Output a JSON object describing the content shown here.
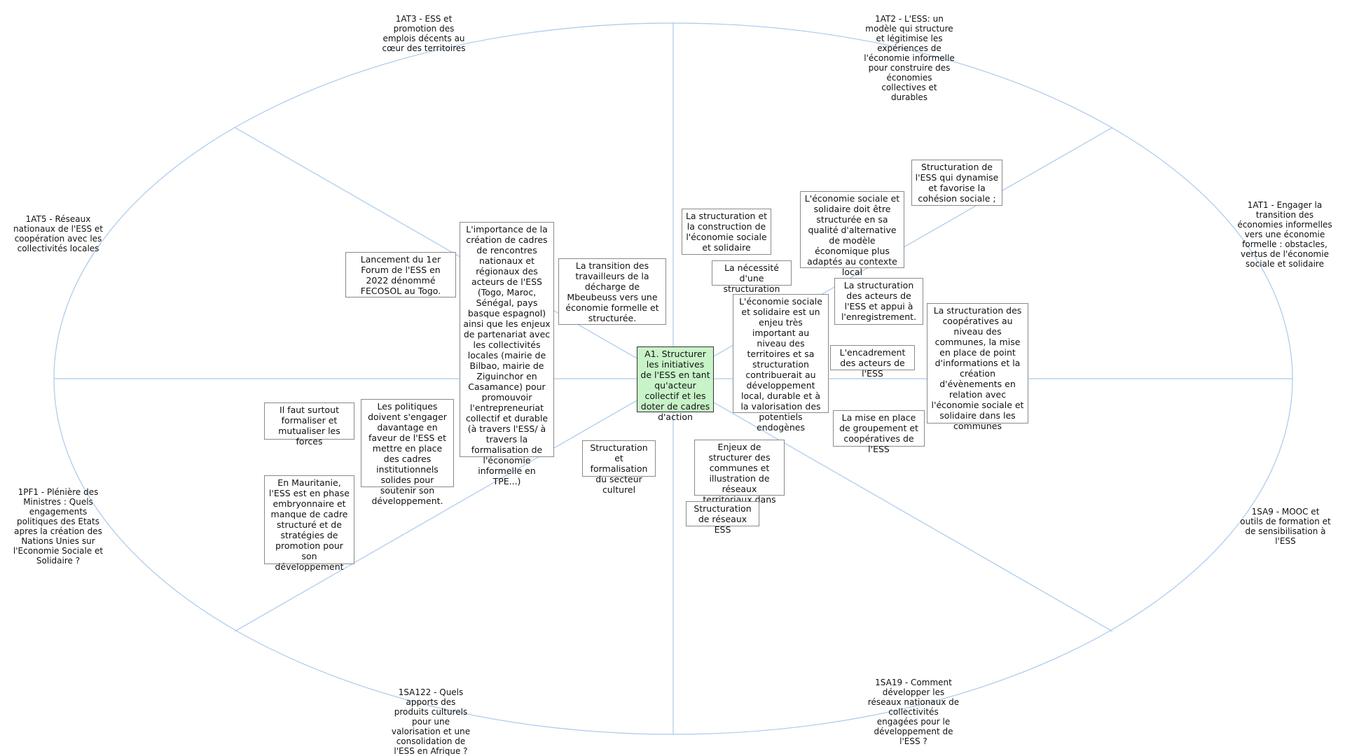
{
  "center": {
    "label": "A1. Structurer les initiatives de l'ESS en tant qu'acteur collectif et les doter de cadres d'action",
    "fill": "#c8f3c8"
  },
  "line_color": "#a9c9ec",
  "outer_labels": {
    "at3": "1AT3 - ESS et promotion des emplois décents au cœur des territoires",
    "at2": "1AT2 - L'ESS: un modèle qui structure et légitimise les expériences de l'économie informelle pour construire des économies collectives et durables",
    "at1": "1AT1 - Engager la transition des économies informelles vers une économie formelle : obstacles, vertus de l'économie sociale et solidaire",
    "at5": "1AT5 - Réseaux nationaux de l'ESS et coopération avec les collectivités locales",
    "pf1": "1PF1 - Plénière des Ministres : Quels engagements politiques des Etats apres la création des Nations Unies sur l'Economie Sociale et Solidaire ?",
    "sa9": "1SA9 - MOOC et outils de formation et de sensibilisation à l'ESS",
    "sa122": "1SA122 - Quels apports des produits culturels pour une valorisation et une consolidation de l'ESS en Afrique ?",
    "sa19": "1SA19 - Comment développer les réseaux nationaux de collectivités engagées pour le développement de l'ESS ?"
  },
  "boxes": {
    "fecosol": "Lancement du 1er Forum de l'ESS en 2022 dénommé FECOSOL au Togo.",
    "cadres_nationaux": "L'importance de la création de cadres de rencontres nationaux et régionaux des acteurs de l'ESS (Togo, Maroc, Sénégal, pays basque espagnol) ainsi que les enjeux de partenariat avec les collectivités locales (mairie de Bilbao, mairie de Ziguinchor en Casamance) pour promouvoir l'entrepreneuriat collectif et durable (à travers l'ESS/ à travers la formalisation de l'économie informelle en TPE...)",
    "mbeubeuss": "La transition des travailleurs de la décharge de Mbeubeuss vers une économie formelle et structurée.",
    "construction": "La structuration et la construction de l'économie sociale et solidaire",
    "necessite": "La nécessité d'une structuration",
    "alternative": "L'économie sociale et solidaire doit être structurée en sa qualité d'alternative de modèle économique plus adaptés au contexte local",
    "cohesion": "Structuration de l'ESS qui dynamise et favorise la cohésion sociale ;",
    "acteurs_enregistrement": "La structuration des acteurs de l'ESS et appui à l'enregistrement.",
    "enjeu_territoires": "L'économie sociale et solidaire est un enjeu très important au niveau des territoires et sa structuration contribuerait au développement local, durable et à la valorisation des potentiels endogènes",
    "encadrement": "L'encadrement des acteurs de l'ESS",
    "cooperatives_communes": "La structuration des coopératives au niveau des communes, la mise en place de point d'informations et la création d'évènements en relation avec l'économie sociale et solidaire dans les communes",
    "groupement": "La mise en place de groupement et coopératives de l'ESS",
    "formaliser": "Il faut surtout formaliser et mutualiser les forces",
    "politiques": "Les politiques doivent s'engager davantage en faveur de l'ESS et mettre en place des cadres institutionnels solides pour soutenir son développement.",
    "mauritanie": "En Mauritanie, l'ESS est en phase embryonnaire et manque de cadre structuré et de stratégies de promotion pour son développement",
    "culturel": "Structuration et formalisation du secteur culturel",
    "communes_reseaux": "Enjeux de structurer des communes et illustration de réseaux territoriaux dans l'ESS",
    "reseaux_ess": "Structuration de réseaux ESS"
  }
}
